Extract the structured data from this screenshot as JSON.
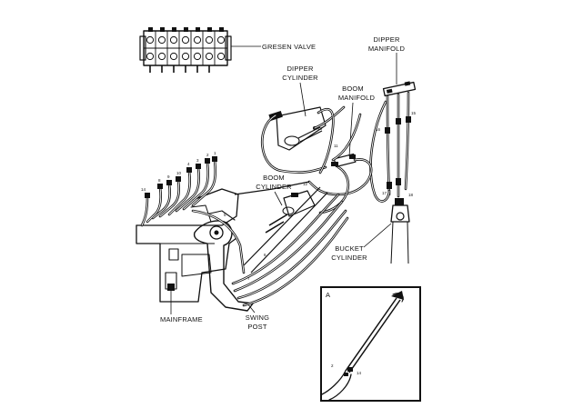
{
  "labels": {
    "gresen_valve": "GRESEN VALVE",
    "dipper_manifold_1": "DIPPER",
    "dipper_manifold_2": "MANIFOLD",
    "dipper_cylinder_1": "DIPPER",
    "dipper_cylinder_2": "CYLINDER",
    "boom_manifold_1": "BOOM",
    "boom_manifold_2": "MANIFOLD",
    "boom_cylinder_1": "BOOM",
    "boom_cylinder_2": "CYLINDER",
    "bucket_cylinder_1": "BUCKET",
    "bucket_cylinder_2": "CYLINDER",
    "mainframe": "MAINFRAME",
    "swing_post_1": "SWING",
    "swing_post_2": "POST",
    "inset_letter": "A"
  },
  "callouts": {
    "c13": "13",
    "c1": "1",
    "c2": "2",
    "c3": "3",
    "c4": "4",
    "c5": "5",
    "c6": "6",
    "c7": "7",
    "c8": "8",
    "c9": "9",
    "c10": "10",
    "c14": "14",
    "c16": "16",
    "c17": "17",
    "c18": "18",
    "c15": "15",
    "c11": "11",
    "c12": "12",
    "inset_2": "2",
    "inset_14": "14"
  },
  "colors": {
    "ink": "#111111",
    "paper": "#ffffff"
  }
}
